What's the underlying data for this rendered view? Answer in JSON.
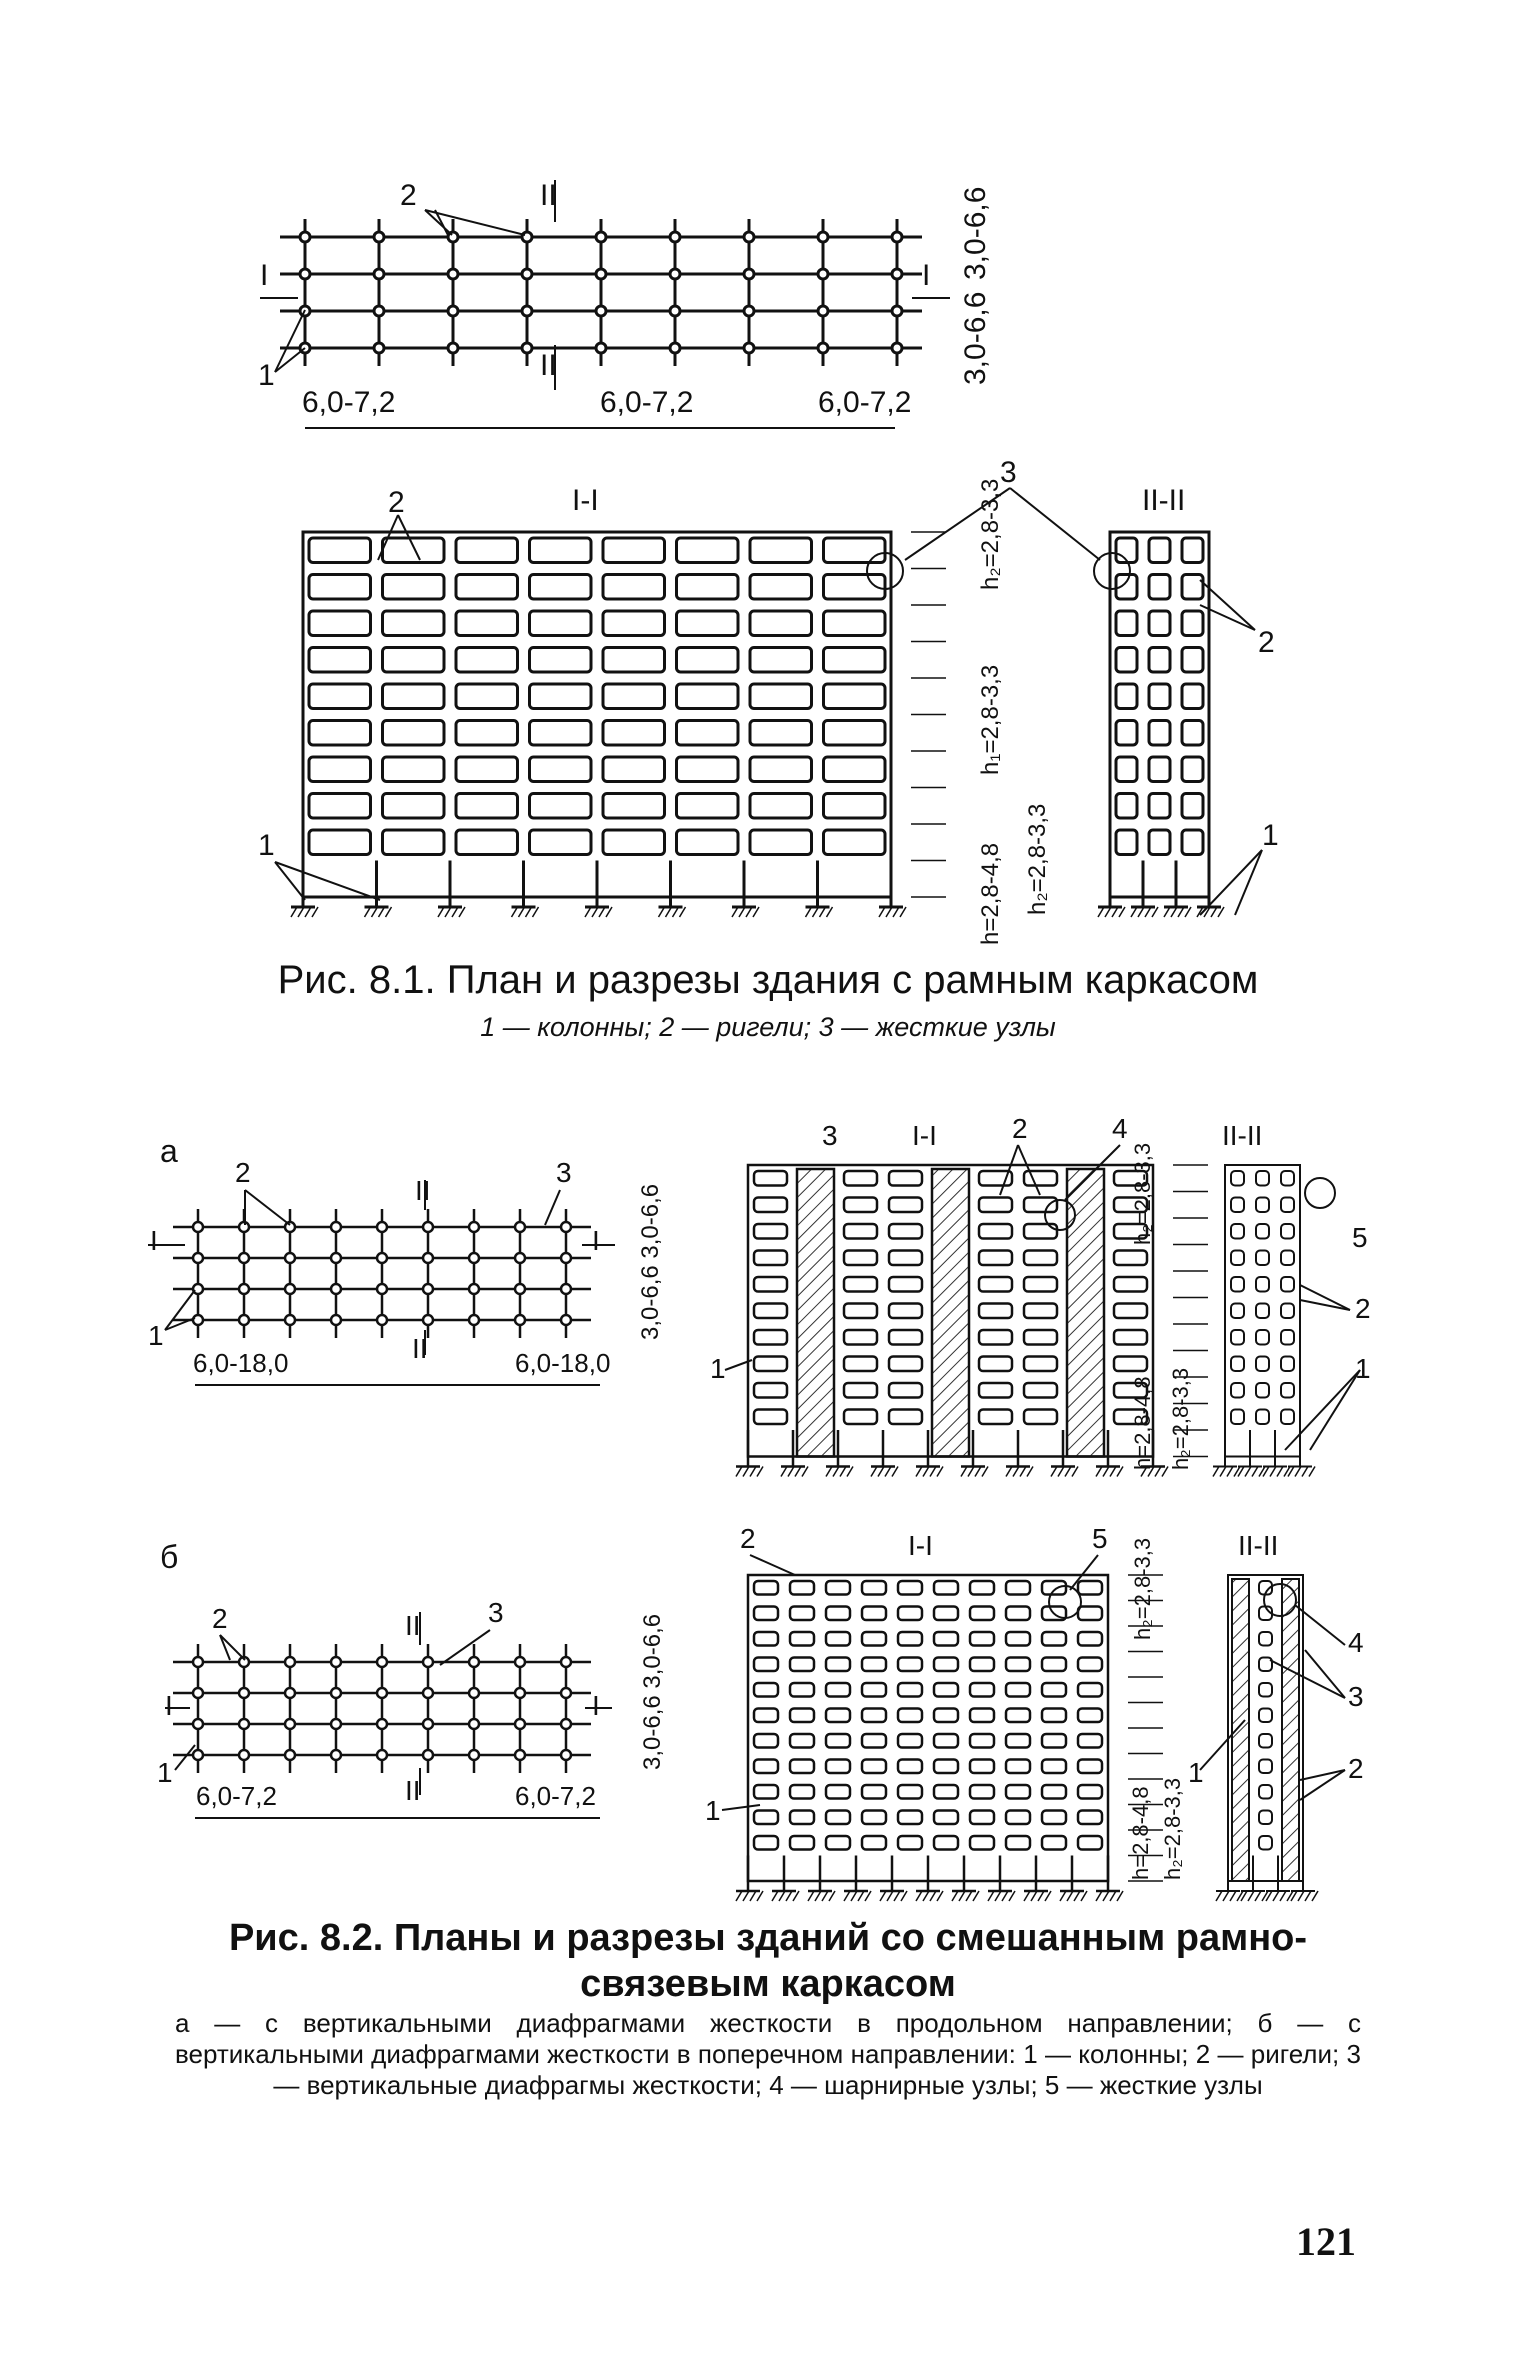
{
  "fig81": {
    "plan": {
      "mark_I": "I",
      "mark_II": "II",
      "callout_1": "1",
      "callout_2": "2",
      "span_left": "6,0-7,2",
      "span_mid": "6,0-7,2",
      "span_right": "6,0-7,2",
      "bay_top": "3,0-6,6",
      "bay_bottom": "3,0-6,6"
    },
    "section_I": {
      "title": "I-I",
      "callout_1": "1",
      "callout_2": "2",
      "callout_3": "3",
      "dim_top": "h₂=2,8-3,3",
      "dim_mid": "h₁=2,8-3,3",
      "dim_bottom": "h=2,8-4,8",
      "dim_h2": "h₂=2,8-3,3"
    },
    "section_II": {
      "title": "II-II",
      "callout_1": "1",
      "callout_2": "2"
    },
    "caption_title": "Рис. 8.1. План и разрезы здания с рамным каркасом",
    "caption_legend": "1 — колонны; 2 — ригели; 3 — жесткие узлы"
  },
  "fig82": {
    "a": {
      "label": "а",
      "plan_mark_I": "I",
      "plan_mark_II": "II",
      "callout_1": "1",
      "callout_2": "2",
      "callout_3": "3",
      "span_left": "6,0-18,0",
      "span_right": "6,0-18,0",
      "bay": "3,0-6,6 3,0-6,6",
      "section_I_title": "I-I",
      "section_II_title": "II-II",
      "sec_callout_1": "1",
      "sec_callout_2": "2",
      "sec_callout_3": "3",
      "sec_callout_4": "4",
      "sec_callout_5": "5",
      "dim_top": "h₂=2,8-3,3",
      "dim_bottom": "h=2,8-4,8",
      "dim_h2": "h₂=2,8-3,3"
    },
    "b": {
      "label": "б",
      "plan_mark_I": "I",
      "plan_mark_II": "II",
      "callout_1": "1",
      "callout_2": "2",
      "callout_3": "3",
      "span_left": "6,0-7,2",
      "span_right": "6,0-7,2",
      "bay": "3,0-6,6 3,0-6,6",
      "section_I_title": "I-I",
      "section_II_title": "II-II",
      "sec_callout_1": "1",
      "sec_callout_2": "2",
      "sec_callout_3": "3",
      "sec_callout_4": "4",
      "sec_callout_5": "5",
      "dim_top": "h₂=2,8-3,3",
      "dim_bottom": "h=2,8-4,8",
      "dim_h2": "h₂=2,8-3,3"
    },
    "caption_title": "Рис. 8.2. Планы и разрезы зданий со смешанным рамно-связевым каркасом",
    "caption_legend": "а — с вертикальными диафрагмами жесткости в продольном направлении; б — с вертикальными диафрагмами жесткости в поперечном направлении: 1 — колонны; 2 — ригели; 3 — вертикальные диафрагмы жесткости; 4 — шарнирные узлы; 5 — жесткие узлы"
  },
  "page_number": "121"
}
